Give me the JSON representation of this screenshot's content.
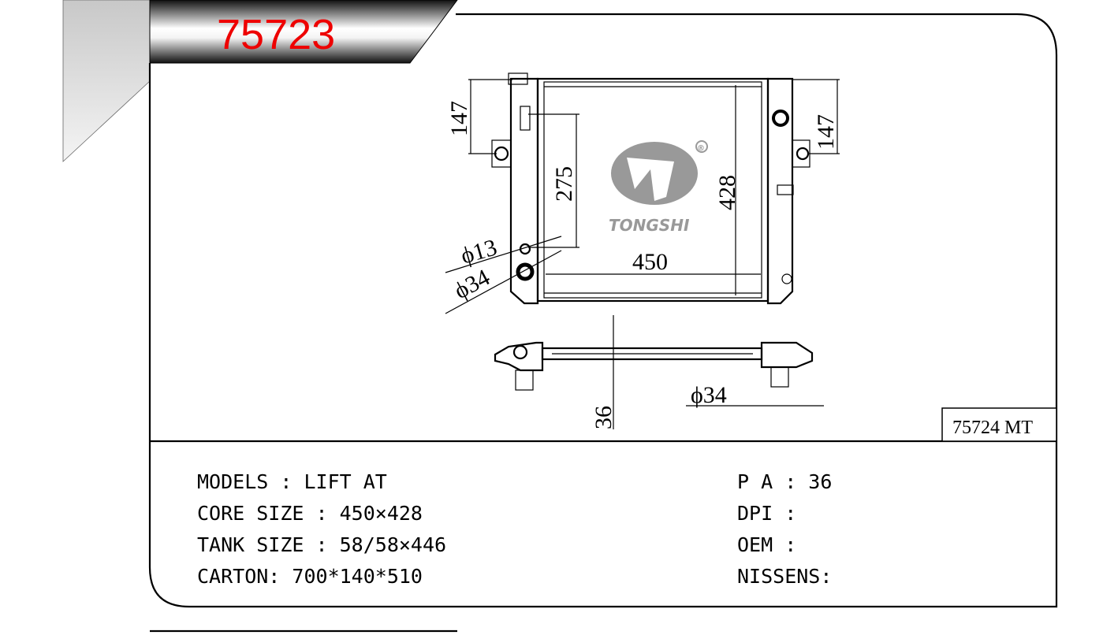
{
  "header": {
    "part_number": "75723"
  },
  "logo": {
    "brand": "TONGSHI",
    "registered": "®"
  },
  "dimensions": {
    "left_147": "147",
    "right_147": "147",
    "d275": "275",
    "d428": "428",
    "d450": "450",
    "phi13": "ϕ13",
    "phi34_left": "ϕ34",
    "phi34_bottom": "ϕ34",
    "d36": "36"
  },
  "alt_label": "75724 MT",
  "specs": {
    "models": "MODELS : LIFT AT",
    "core_size": "CORE SIZE : 450×428",
    "tank_size": "TANK SIZE : 58/58×446",
    "carton": "CARTON: 700*140*510",
    "pa": "P A : 36",
    "dpi": "DPI :",
    "oem": "OEM :",
    "nissens": "NISSENS:"
  }
}
